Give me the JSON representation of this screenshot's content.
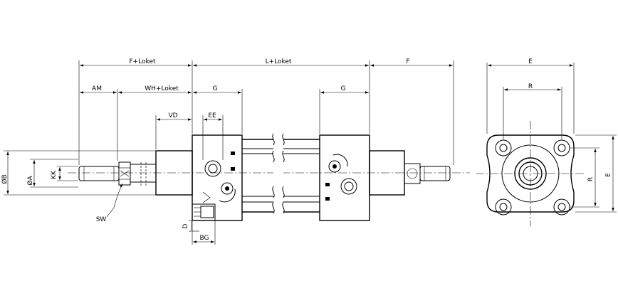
{
  "labels": {
    "f_loket": "F+Loket",
    "l_loket": "L+Loket",
    "f": "F",
    "e_top": "E",
    "am": "AM",
    "wh_loket": "WH+Loket",
    "g_left": "G",
    "g_right": "G",
    "r_top": "R",
    "vd": "VD",
    "ee": "EE",
    "dia_b": "ØB",
    "dia_a": "ØA",
    "kk": "KK",
    "sw": "SW",
    "d": "D",
    "bg": "BG",
    "r_side": "R",
    "e_side": "E"
  }
}
